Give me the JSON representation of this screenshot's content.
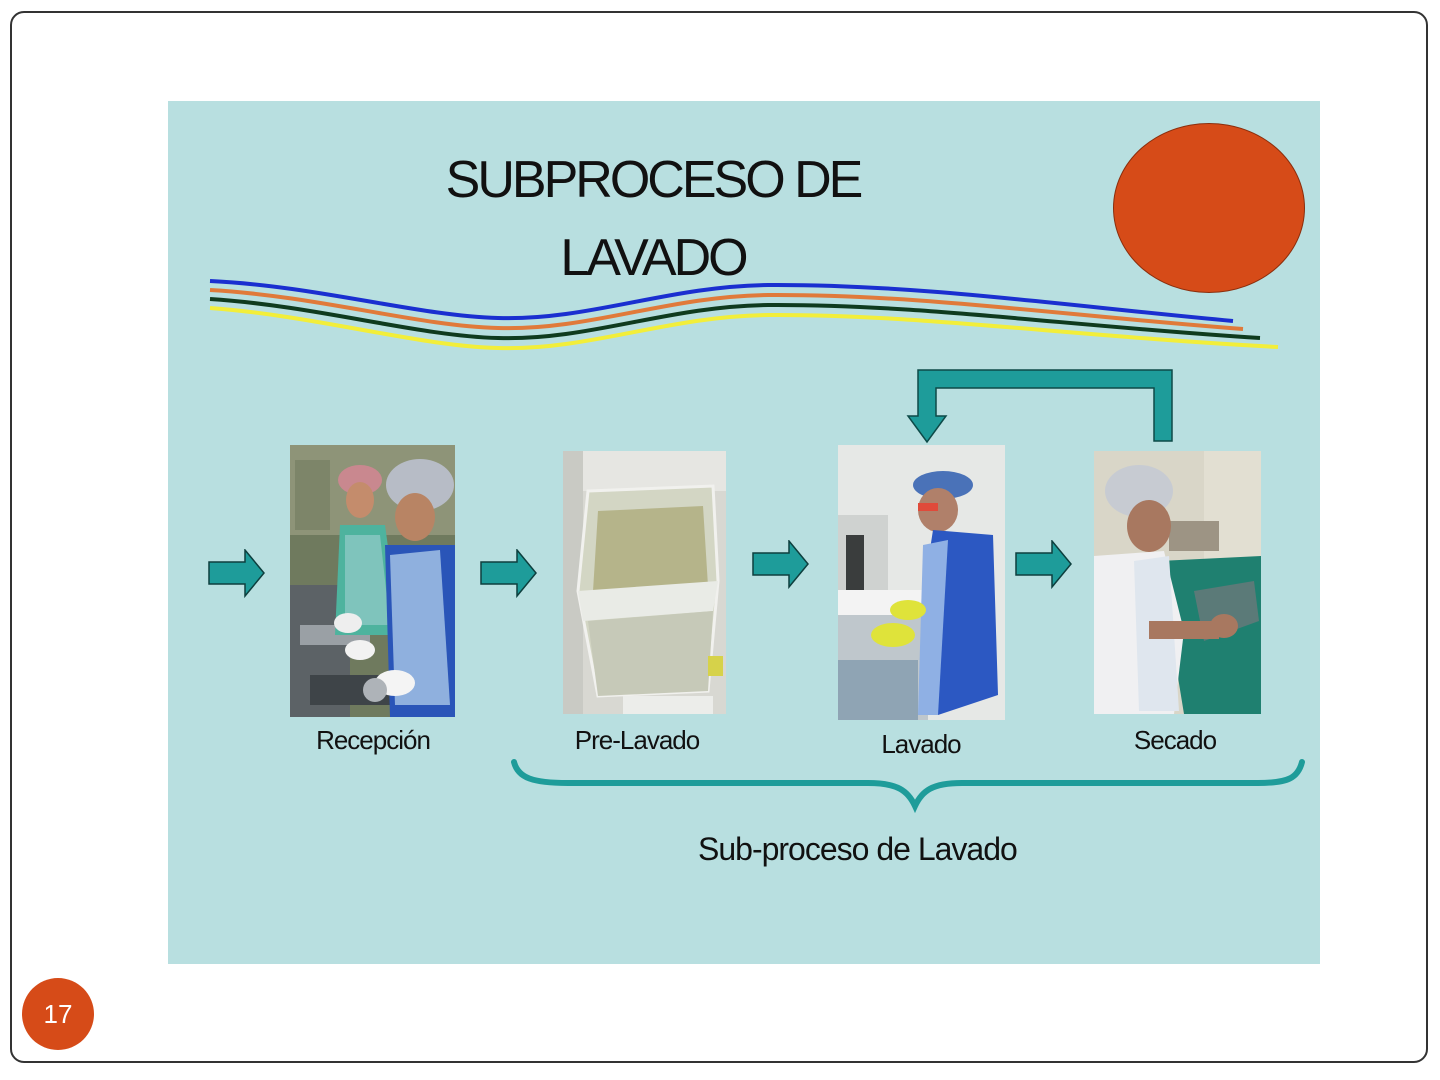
{
  "slide": {
    "title_line1": "SUBPROCESO DE",
    "title_line2": "LAVADO",
    "page_number": "17",
    "steps": [
      {
        "label": "Recepción",
        "photo": "two workers in hairnets and aprons sorting instruments"
      },
      {
        "label": "Pre-Lavado",
        "photo": "translucent plastic soaking tub with water"
      },
      {
        "label": "Lavado",
        "photo": "worker in blue cap and yellow gloves washing at sink"
      },
      {
        "label": "Secado",
        "photo": "worker in hairnet drying instruments on green cloth"
      }
    ],
    "brace_label": "Sub-proceso de Lavado",
    "colors": {
      "background_panel": "#b8dfe0",
      "arrow_teal": "#1e9c9a",
      "sun_orange": "#d64b18",
      "wave_blue": "#1a2fd0",
      "wave_orange": "#e07a3a",
      "wave_green": "#0f3b1e",
      "wave_yellow": "#f2ee3a"
    }
  }
}
